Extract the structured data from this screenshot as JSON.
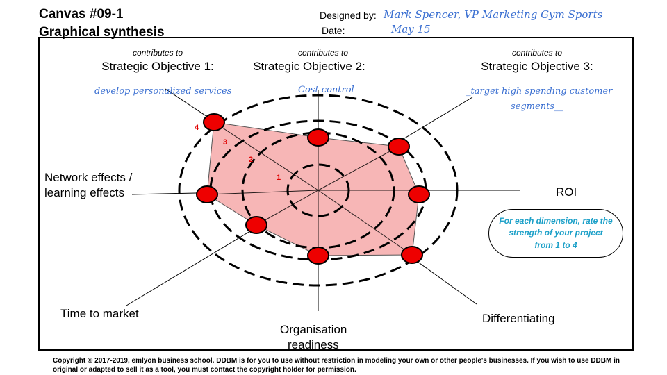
{
  "header": {
    "title_line1": "Canvas #09-1",
    "title_line2": "Graphical synthesis",
    "designed_by_label": "Designed by:",
    "designed_by_value": "Mark Spencer, VP Marketing Gym Sports",
    "date_label": "Date:",
    "date_value": "May 15"
  },
  "objectives": [
    {
      "contributes": "contributes to",
      "title": "Strategic Objective 1:",
      "value": "develop personalized services"
    },
    {
      "contributes": "contributes to",
      "title": "Strategic Objective 2:",
      "value": "Cost control"
    },
    {
      "contributes": "contributes to",
      "title": "Strategic Objective 3:",
      "value_line1": "_target high spending customer",
      "value_line2": "segments__"
    }
  ],
  "axes": {
    "network_line1": "Network effects /",
    "network_line2": "learning effects",
    "roi": "ROI",
    "time_to_market": "Time to market",
    "org_line1": "Organisation",
    "org_line2": "readiness",
    "differentiating": "Differentiating"
  },
  "scale_labels": [
    "1",
    "2",
    "3",
    "4"
  ],
  "hint": "For each dimension, rate the strength of your project from 1 to 4",
  "copyright": "Copyright © 2017-2019, emlyon business school. DDBM is for you to use without restriction in modeling your own or other people's businesses. If you wish to use DDBM in original or adapted to sell it as a tool, you must contact the copyright holder for permission.",
  "colors": {
    "marker": "#ee0000",
    "polygon_fill": "#f7b6b6",
    "handwriting": "#3a6fd1",
    "hint_text": "#1ca0c8"
  }
}
